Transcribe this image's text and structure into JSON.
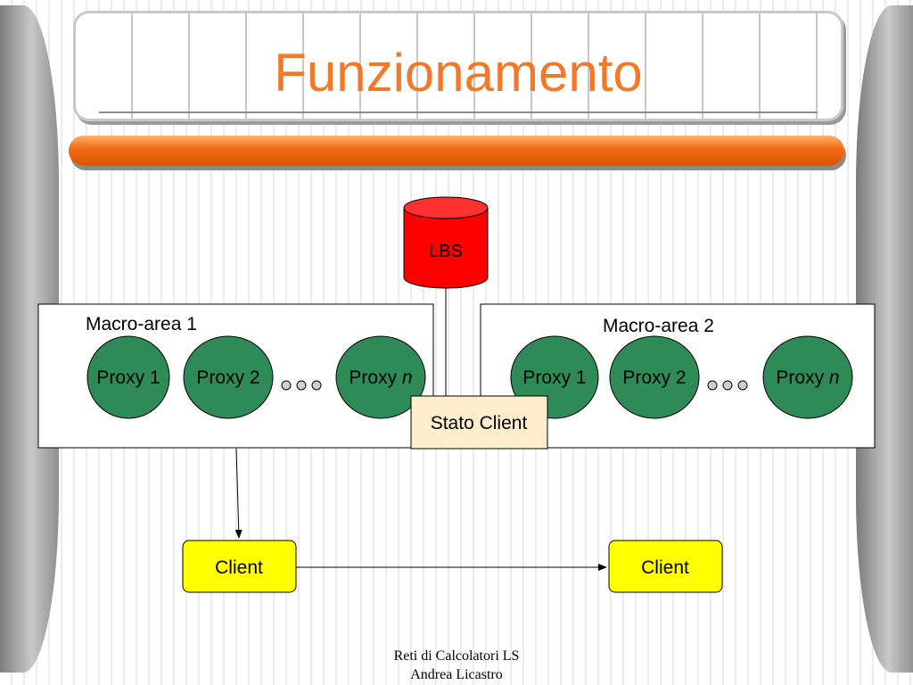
{
  "title": "Funzionamento",
  "lbs": "LBS",
  "macro_area_1": {
    "label": "Macro-area 1",
    "proxy_1": "Proxy 1",
    "proxy_2": "Proxy 2",
    "proxy_n_prefix": "Proxy ",
    "proxy_n_suffix": "n"
  },
  "macro_area_2": {
    "label": "Macro-area 2",
    "proxy_1": "Proxy 1",
    "proxy_2": "Proxy 2",
    "proxy_n_prefix": "Proxy ",
    "proxy_n_suffix": "n"
  },
  "stato_client": "Stato Client",
  "client_left": "Client",
  "client_right": "Client",
  "footer": {
    "line1": "Reti di Calcolatori LS",
    "line2": "Andrea Licastro"
  },
  "colors": {
    "title": "#f07a2a",
    "lbs_fill": "#ff0000",
    "proxy_fill": "#2e8b57",
    "client_fill": "#ffff00",
    "stato_fill": "#ffeecc"
  }
}
